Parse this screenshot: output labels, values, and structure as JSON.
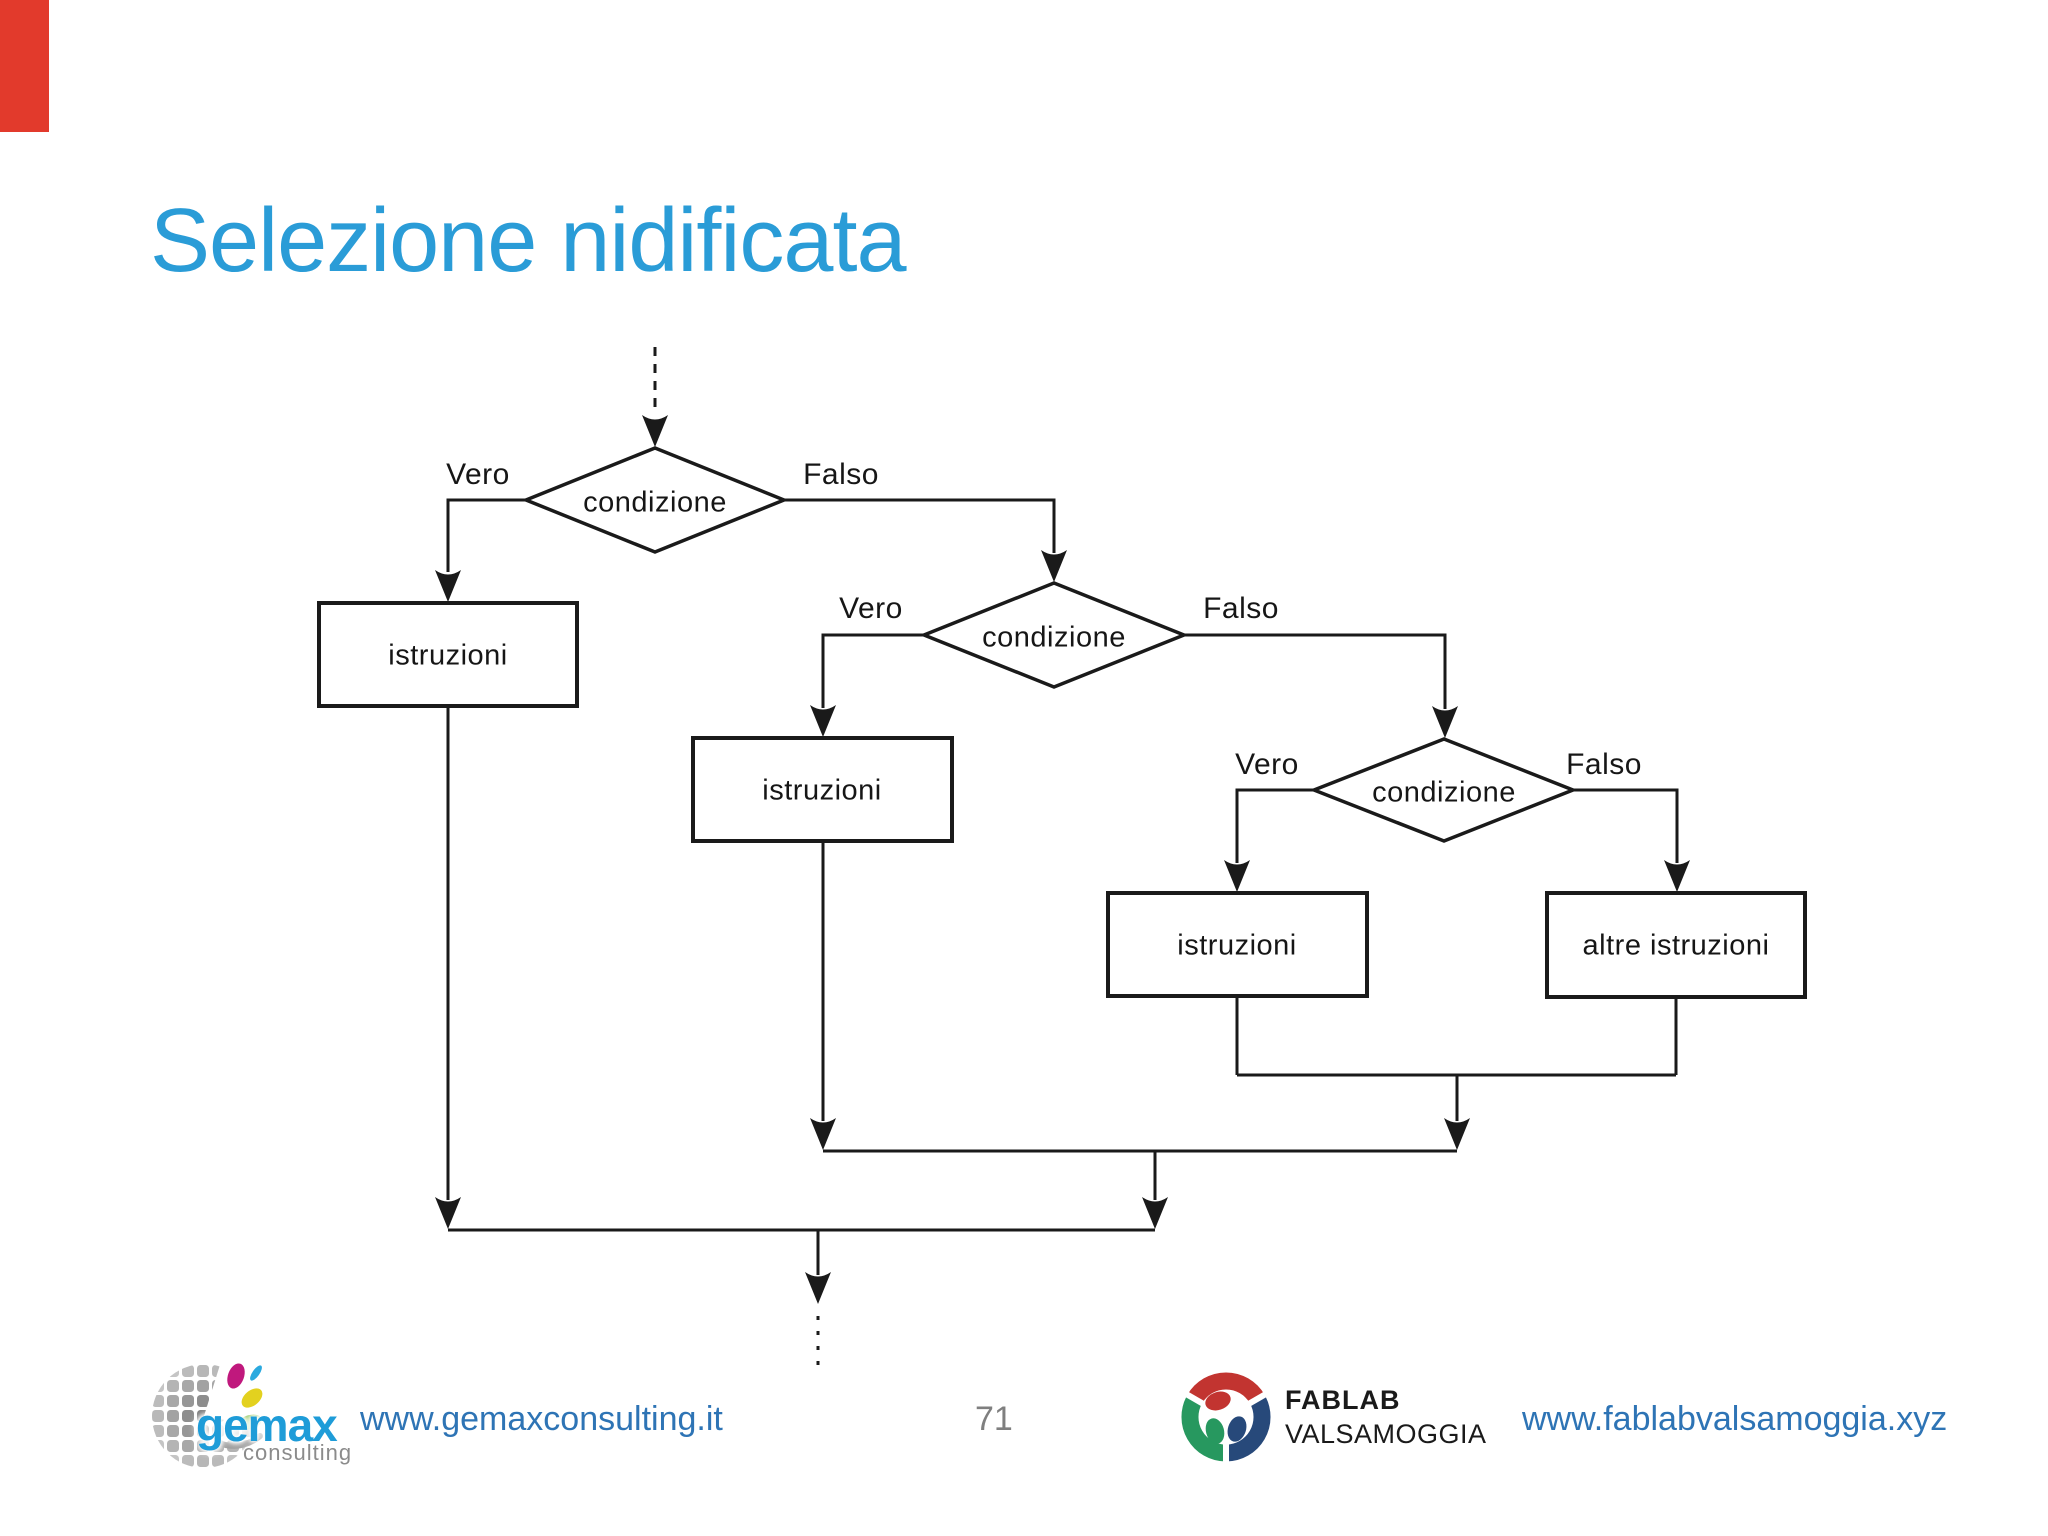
{
  "slide": {
    "title": "Selezione nidificata",
    "page_number": "71"
  },
  "flowchart": {
    "decisions": [
      {
        "label": "condizione"
      },
      {
        "label": "condizione"
      },
      {
        "label": "condizione"
      }
    ],
    "boxes": [
      {
        "label": "istruzioni"
      },
      {
        "label": "istruzioni"
      },
      {
        "label": "istruzioni"
      },
      {
        "label": "altre istruzioni"
      }
    ],
    "branches": [
      {
        "vero": "Vero",
        "falso": "Falso"
      },
      {
        "vero": "Vero",
        "falso": "Falso"
      },
      {
        "vero": "Vero",
        "falso": "Falso"
      }
    ]
  },
  "footer": {
    "gemax": {
      "name": "gemax",
      "tagline": "consulting",
      "url": "www.gemaxconsulting.it"
    },
    "fablab": {
      "name": "FABLAB",
      "subname": "VALSAMOGGIA",
      "url": "www.fablabvalsamoggia.xyz"
    }
  },
  "colors": {
    "title": "#2A9CD7",
    "link": "#2E74B5",
    "accent_bar": "#E23A2C",
    "page_number": "#7F7F7F",
    "diagram_stroke": "#1a1a1a"
  }
}
